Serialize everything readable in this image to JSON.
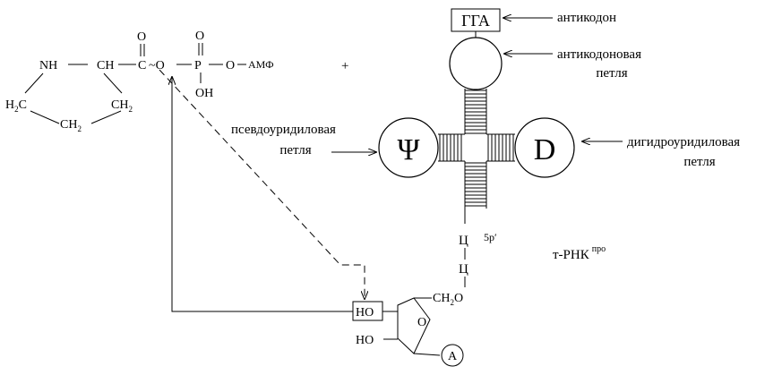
{
  "proline_amp": {
    "nh": "NH",
    "ch": "CH",
    "c": "C",
    "o_top": "O",
    "tilde_o": "~O",
    "p": "P",
    "o_p_top": "O",
    "o_amp": "O",
    "amp": "АМФ",
    "oh": "OH",
    "h2c": "H",
    "ch2_left": "CH",
    "ch2_right": "CH",
    "sub2": "2"
  },
  "plus": "+",
  "trna": {
    "anticodon_box": "ГГА",
    "psi": "Ψ",
    "d": "D",
    "five_prime": "5р′",
    "c1": "Ц",
    "c2": "Ц",
    "name": "т-РНК",
    "name_sup": "про"
  },
  "labels": {
    "anticodon": "антикодон",
    "anticodon_loop_1": "антикодоновая",
    "anticodon_loop_2": "петля",
    "pseudouridine_1": "псевдоуридиловая",
    "pseudouridine_2": "петля",
    "dihydrouridine_1": "дигидроуридиловая",
    "dihydrouridine_2": "петля"
  },
  "ribose": {
    "ch2o": "CH",
    "ch2o_sub": "2",
    "ch2o_o": "O",
    "ho_top": "HO",
    "ho_bottom": "HO",
    "ring_o": "O",
    "adenine": "A"
  }
}
